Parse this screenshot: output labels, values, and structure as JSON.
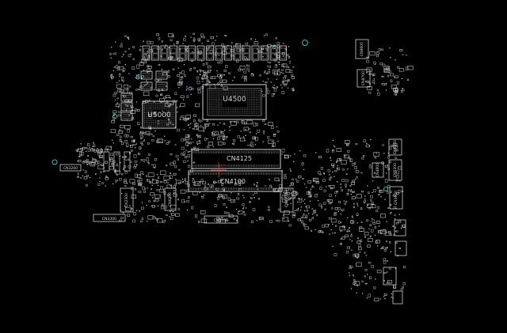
{
  "colors": {
    "background": "#000000",
    "outline": "#cfcfcf",
    "label": "#d8d8d8",
    "via": "#3fb8c0",
    "cursor": "#ff3030"
  },
  "components": {
    "cpu": {
      "ref": "U4500"
    },
    "pch": {
      "ref": "U5000"
    },
    "dimm_top": {
      "ref": "CN4125"
    },
    "dimm_bottom": {
      "ref": "CN4100"
    },
    "conn_cn8600": {
      "ref": "CN8600"
    },
    "conn_cn8700": {
      "ref": "CN8700"
    },
    "conn_cn6100": {
      "ref": "CN6100"
    },
    "conn_cn6200": {
      "ref": "CN6200"
    },
    "conn_cn4800": {
      "ref": "CN4800"
    },
    "conn_cn2600": {
      "ref": "CN2600"
    },
    "conn_cn2300": {
      "ref": "CN2300"
    },
    "conn_cn4900": {
      "ref": "CN4900"
    },
    "conn_cn6300": {
      "ref": "CN6300"
    },
    "conn_cn3200": {
      "ref": "CN3200"
    },
    "conn_cn3300": {
      "ref": "CN3300"
    },
    "conn_cn3100": {
      "ref": "CN3100"
    }
  }
}
